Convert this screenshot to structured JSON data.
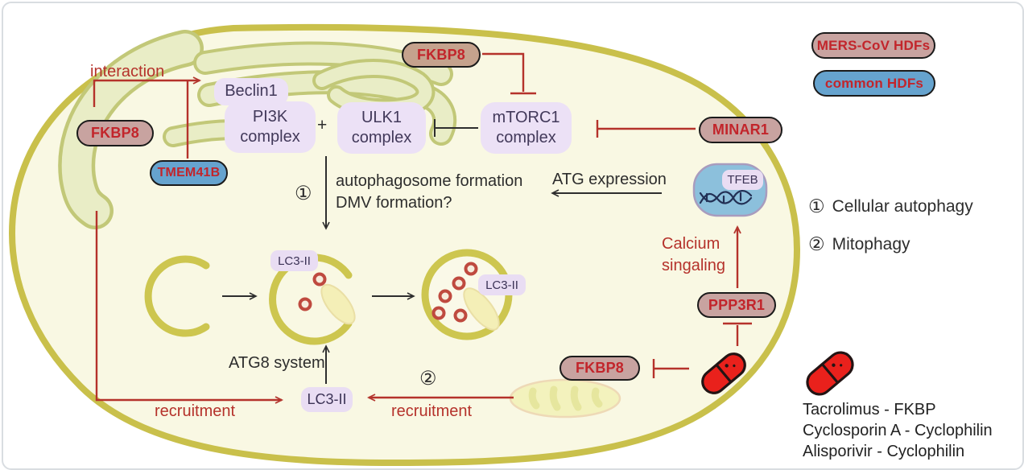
{
  "legend": {
    "mers": "MERS-CoV HDFs",
    "common": "common HDFs"
  },
  "er_pathway": {
    "interaction": "interaction",
    "fkbp8_er": "FKBP8",
    "tmem41b": "TMEM41B",
    "beclin1": "Beclin1",
    "pi3k": "PI3K\ncomplex",
    "plus": "+",
    "ulk1": "ULK1\ncomplex",
    "fkbp8_top": "FKBP8",
    "mtorc1": "mTORC1\ncomplex",
    "minar1": "MINAR1"
  },
  "middle": {
    "step1": "①",
    "formation": "autophagosome formation\nDMV formation?",
    "atg_expression": "ATG expression",
    "lc3ii_open": "LC3-II",
    "lc3ii_closed": "LC3-II",
    "atg8_system": "ATG8 system",
    "lc3ii_bottom": "LC3-II",
    "recruitment_left": "recruitment",
    "recruitment_right": "recruitment",
    "step2": "②"
  },
  "right_pathway": {
    "tfeb": "TFEB",
    "calcium": "Calcium\nsingaling",
    "ppp3r1": "PPP3R1",
    "fkbp8_mito": "FKBP8"
  },
  "side_panel": {
    "steps": [
      {
        "num": "①",
        "label": "Cellular autophagy"
      },
      {
        "num": "②",
        "label": "Mitophagy"
      }
    ],
    "drugs": [
      "Tacrolimus - FKBP",
      "Cyclosporin A - Cyclophilin",
      "Alisporivir - Cyclophilin"
    ]
  },
  "colors": {
    "membrane": "#c9c04b",
    "cell_fill": "#f9f8e3",
    "er_fill": "#e9edc6",
    "pink_box": "#c8a3a0",
    "blue_box": "#66a3ce",
    "lavender_box": "#ece1f6",
    "red_line": "#b3362e",
    "pill_red": "#e9211c"
  }
}
